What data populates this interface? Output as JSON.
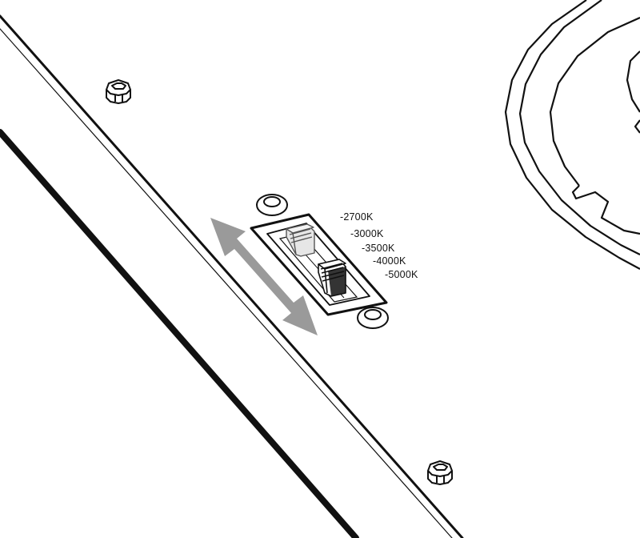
{
  "colors": {
    "line": "#111111",
    "background": "#ffffff",
    "arrow": "#9a9a9a",
    "switch_highlight": "#e6e6e6"
  },
  "switch": {
    "labels": [
      "-2700K",
      "-3000K",
      "-3500K",
      "-4000K",
      "-5000K"
    ],
    "selected_position": "-4000K"
  },
  "icons": {
    "slide_direction": "double-headed-arrow-icon",
    "mounting_screws": "hex-nut-icon"
  }
}
